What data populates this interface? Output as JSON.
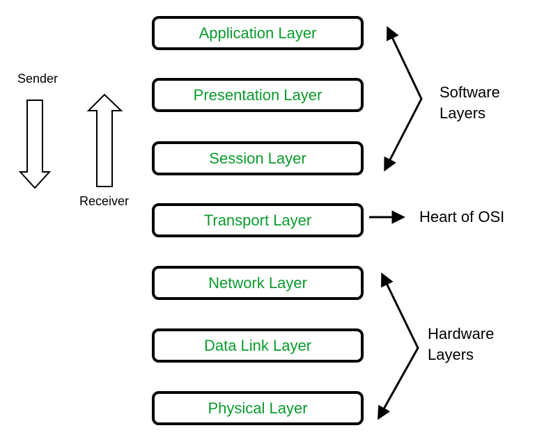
{
  "diagram": {
    "colors": {
      "layer_text": "#0a9b2c",
      "line": "#000000",
      "box_fill": "#ffffff",
      "background": "#ffffff"
    },
    "layers": [
      {
        "label": "Application Layer"
      },
      {
        "label": "Presentation Layer"
      },
      {
        "label": "Session Layer"
      },
      {
        "label": "Transport Layer"
      },
      {
        "label": "Network Layer"
      },
      {
        "label": "Data Link Layer"
      },
      {
        "label": "Physical Layer"
      }
    ],
    "sender_label": "Sender",
    "receiver_label": "Receiver",
    "annotations": {
      "software_layers_line1": "Software",
      "software_layers_line2": "Layers",
      "hardware_layers_line1": "Hardware",
      "hardware_layers_line2": "Layers",
      "heart_of_osi": "Heart of OSI"
    }
  }
}
